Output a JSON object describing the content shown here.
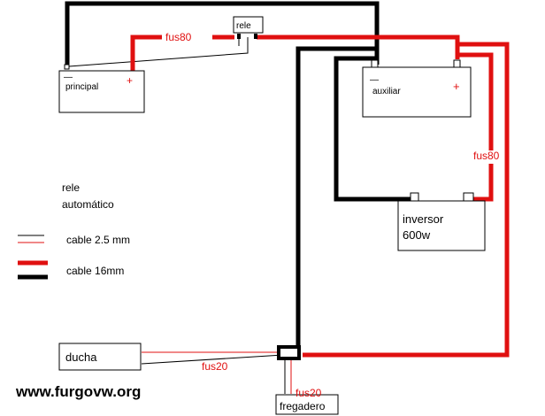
{
  "components": {
    "rele": "rele",
    "principal": "principal",
    "auxiliar": "auxiliar",
    "inversor": "inversor",
    "inversor_power": "600w",
    "ducha": "ducha",
    "fregadero": "fregadero"
  },
  "terminals": {
    "positive": "+",
    "negative": "—"
  },
  "fuses": {
    "top": "fus80",
    "right": "fus80",
    "ducha": "fus20",
    "fregadero": "fus20"
  },
  "legend": {
    "title_line1": "rele",
    "title_line2": "automático",
    "thin": "cable 2.5 mm",
    "thick": "cable 16mm"
  },
  "watermark": "www.furgovw.org",
  "colors": {
    "positive_wire": "#e01010",
    "negative_wire": "#000000"
  }
}
